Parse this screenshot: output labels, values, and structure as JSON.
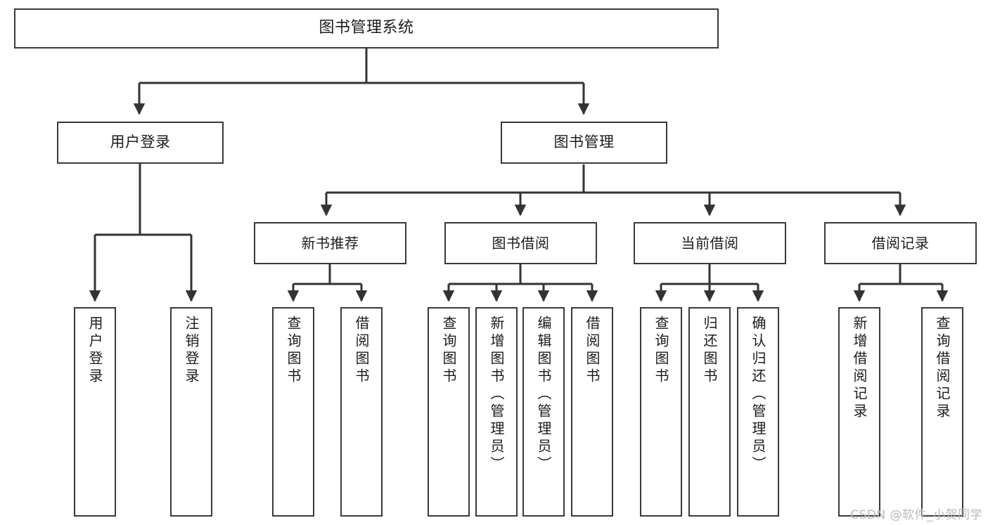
{
  "diagram": {
    "title": "图书管理系统",
    "type": "tree-hierarchy-chart",
    "watermark": "CSDN @软件_小贺同学",
    "colors": {
      "box_border": "#3a3a3a",
      "box_fill": "#ffffff",
      "edge": "#333333",
      "text": "#1c1c1c",
      "watermark": "#b9b9b9",
      "background": "#ffffff"
    },
    "nodes": {
      "root": {
        "label": "图书管理系统"
      },
      "level1": [
        {
          "label": "用户登录"
        },
        {
          "label": "图书管理"
        }
      ],
      "level2": [
        {
          "label": "新书推荐"
        },
        {
          "label": "图书借阅"
        },
        {
          "label": "当前借阅"
        },
        {
          "label": "借阅记录"
        }
      ],
      "leaves": {
        "user_login": [
          {
            "label": "用户登录"
          },
          {
            "label": "注销登录"
          }
        ],
        "new_book_recommend": [
          {
            "label": "查询图书"
          },
          {
            "label": "借阅图书"
          }
        ],
        "book_borrow": [
          {
            "label": "查询图书"
          },
          {
            "label": "新增图书（管理员）"
          },
          {
            "label": "编辑图书（管理员）"
          },
          {
            "label": "借阅图书"
          }
        ],
        "current_borrow": [
          {
            "label": "查询图书"
          },
          {
            "label": "归还图书"
          },
          {
            "label": "确认归还（管理员）"
          }
        ],
        "borrow_record": [
          {
            "label": "新增借阅记录"
          },
          {
            "label": "查询借阅记录"
          }
        ]
      }
    }
  }
}
